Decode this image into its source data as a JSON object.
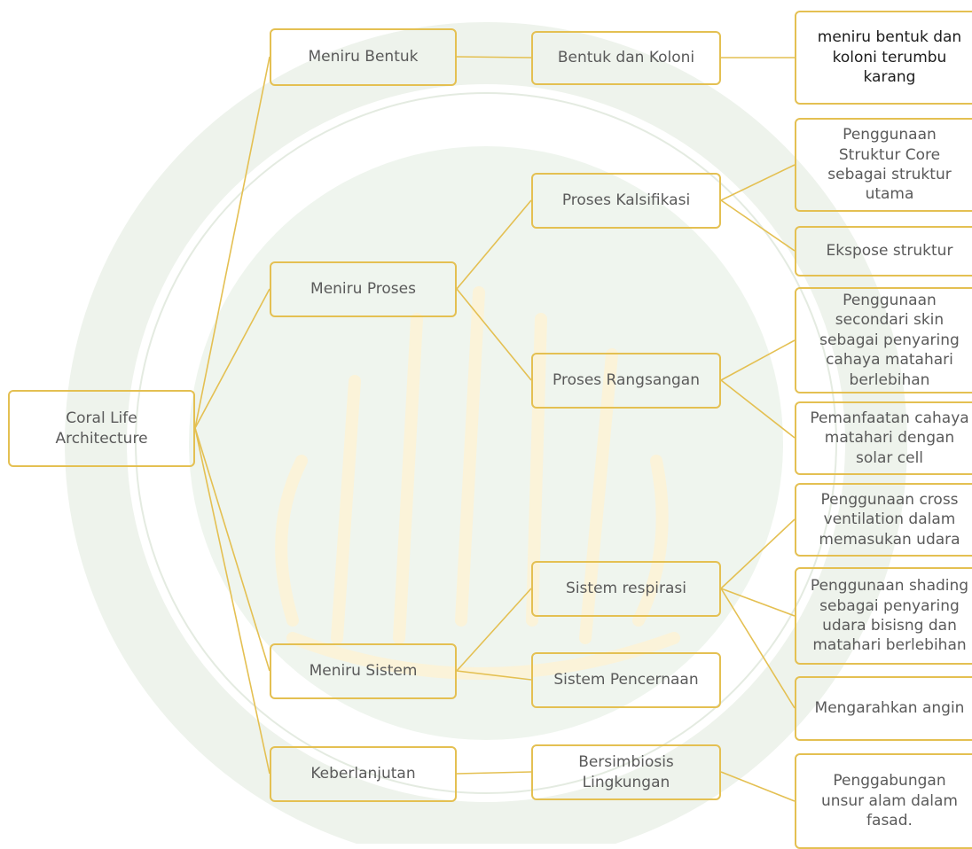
{
  "colors": {
    "node_border": "#e4c052",
    "connector": "#e4c052",
    "text": "#5a5a5a",
    "watermark": "#e7efe3"
  },
  "diagram": {
    "root": "Coral Life\nArchitecture",
    "level1": {
      "meniru_bentuk": "Meniru Bentuk",
      "meniru_proses": "Meniru Proses",
      "meniru_sistem": "Meniru Sistem",
      "keberlanjutan": "Keberlanjutan"
    },
    "level2": {
      "bentuk_koloni": "Bentuk dan Koloni",
      "proses_kalsifikasi": "Proses Kalsifikasi",
      "proses_rangsangan": "Proses Rangsangan",
      "sistem_respirasi": "Sistem respirasi",
      "sistem_pencernaan": "Sistem Pencernaan",
      "bersimbiosis": "Bersimbiosis\nLingkungan"
    },
    "level3": {
      "koloni_karang": "meniru bentuk dan\nkoloni terumbu\nkarang",
      "struktur_core": "Penggunaan\nStruktur Core\nsebagai struktur\nutama",
      "ekspose": "Ekspose struktur",
      "secondari_skin": "Penggunaan\nsecondari skin\nsebagai penyaring\ncahaya matahari\nberlebihan",
      "solar_cell": "Pemanfaatan cahaya\nmatahari dengan\nsolar  cell",
      "cross_ventilation": "Penggunaan cross\nventilation dalam\nmemasukan udara",
      "shading": "Penggunaan shading\nsebagai penyaring\nudara bisisng dan\nmatahari berlebihan",
      "angin": "Mengarahkan angin",
      "unsur_alam": "Penggabungan\nunsur alam dalam\nfasad."
    }
  }
}
